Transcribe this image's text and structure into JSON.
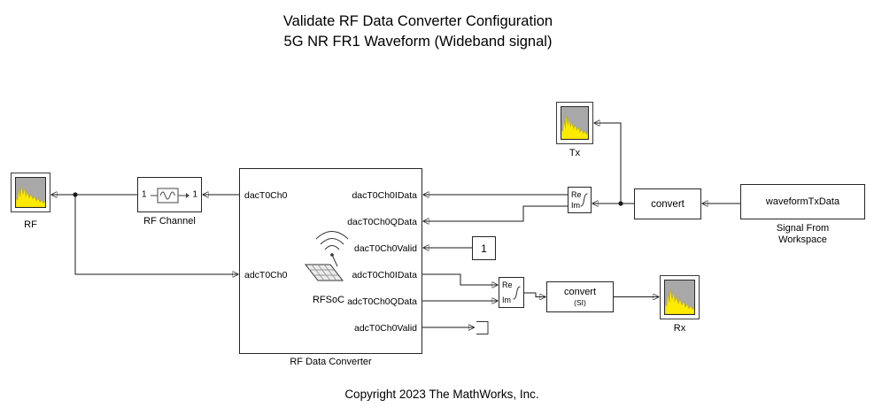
{
  "title": {
    "line1": "Validate RF Data Converter Configuration",
    "line2": "5G NR FR1 Waveform (Wideband signal)"
  },
  "copyright": "Copyright 2023 The MathWorks, Inc.",
  "colors": {
    "spectrum": "#ffeb00",
    "screen": "#a8a8a8",
    "wire": "#1a1a1a"
  },
  "blocks": {
    "rf_scope": {
      "label": "RF"
    },
    "rf_channel": {
      "label": "RF Channel",
      "left_port": "1",
      "right_port": "1"
    },
    "rf_data_converter": {
      "label": "RF Data Converter",
      "chip_label": "RFSoC",
      "left_ports": [
        "dacT0Ch0",
        "adcT0Ch0"
      ],
      "right_ports": [
        "dacT0Ch0IData",
        "dacT0Ch0QData",
        "dacT0Ch0Valid",
        "adcT0Ch0IData",
        "adcT0Ch0QData",
        "adcT0Ch0Valid"
      ]
    },
    "tx_scope": {
      "label": "Tx"
    },
    "complex_to_realimag": {
      "re": "Re",
      "im": "Im"
    },
    "convert": {
      "label": "convert"
    },
    "signal_from_workspace": {
      "value": "waveformTxData",
      "label_line1": "Signal From",
      "label_line2": "Workspace"
    },
    "constant": {
      "value": "1"
    },
    "realimag_to_complex": {
      "re": "Re",
      "im": "Im"
    },
    "convert_si": {
      "label": "convert",
      "sublabel": "(SI)"
    },
    "rx_scope": {
      "label": "Rx"
    }
  }
}
